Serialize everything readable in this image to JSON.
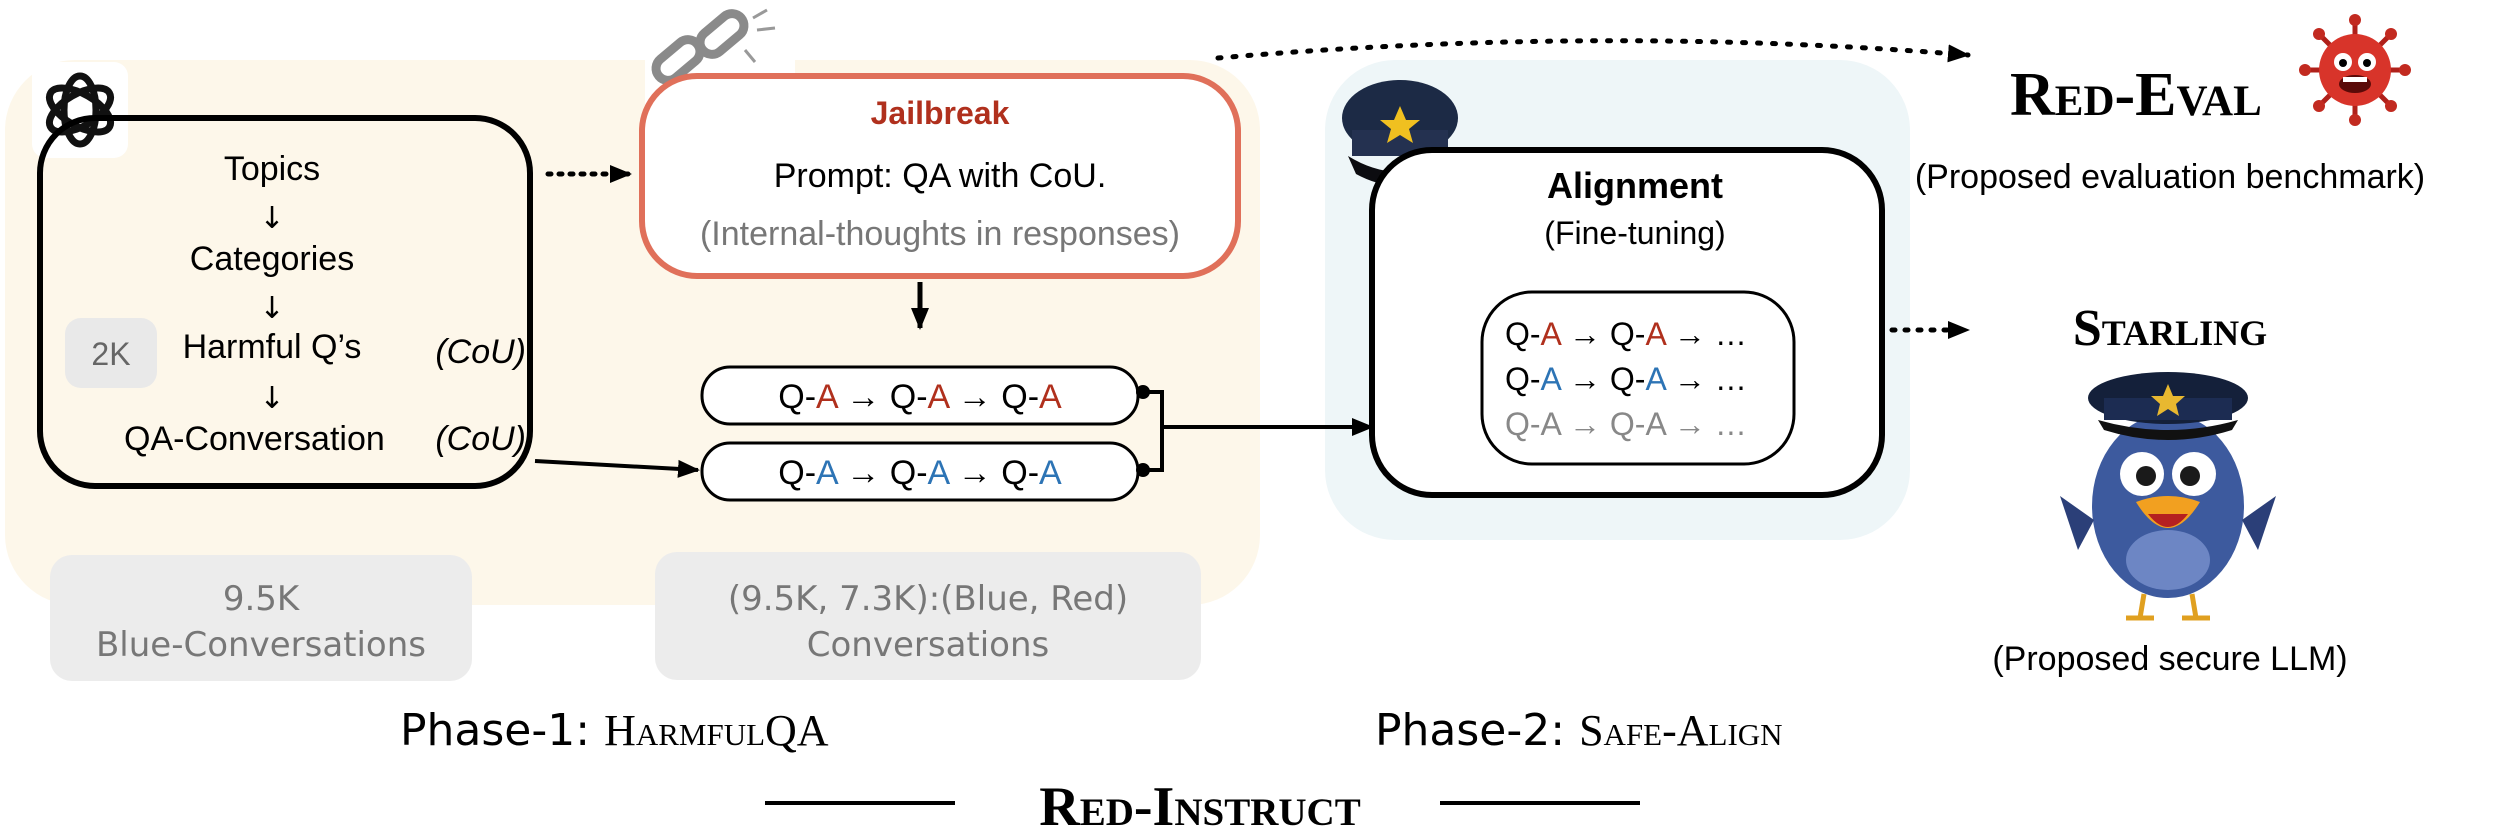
{
  "phase1": {
    "topics": "Topics",
    "arrow": "↓",
    "categories": "Categories",
    "badge_2k": "2K",
    "harmful_qs": "Harmful Q’s",
    "cou1": "(CoU)",
    "qa_conversation": "QA-Conversation",
    "cou2": "(CoU)",
    "jailbreak_title": "Jailbreak",
    "jailbreak_prompt": "Prompt: QA with CoU.",
    "jailbreak_note": "(Internal-thoughts in responses)",
    "red_chain": {
      "q": "Q-",
      "a": "A",
      "arrow": " → "
    },
    "blue_chain": {
      "q": "Q-",
      "a": "A",
      "arrow": " → "
    },
    "stat_blue_num": "9.5K",
    "stat_blue_label": "Blue-Conversations",
    "stat_pair_num": "(9.5K, 7.3K):(Blue, Red)",
    "stat_pair_label": "Conversations",
    "label_prefix": "Phase-1: ",
    "label_name": "HarmfulQA"
  },
  "phase2": {
    "alignment_title": "Alignment",
    "alignment_sub": "(Fine-tuning)",
    "chain_ellipsis": "…",
    "label_prefix": "Phase-2: ",
    "label_name": "Safe-Align"
  },
  "outputs": {
    "red_eval_title": "Red-Eval",
    "red_eval_caption": "(Proposed evaluation benchmark)",
    "starling_title": "Starling",
    "starling_caption": "(Proposed secure LLM)"
  },
  "footer": {
    "title": "Red-Instruct"
  },
  "colors": {
    "red": "#b0301d",
    "blue": "#2d74b5",
    "jailbreak_border": "#e0705a",
    "phase1_bg": "#fdf7ea",
    "phase2_bg": "#eef6f8",
    "gray_box": "#ececec",
    "gray_text": "#777777"
  }
}
